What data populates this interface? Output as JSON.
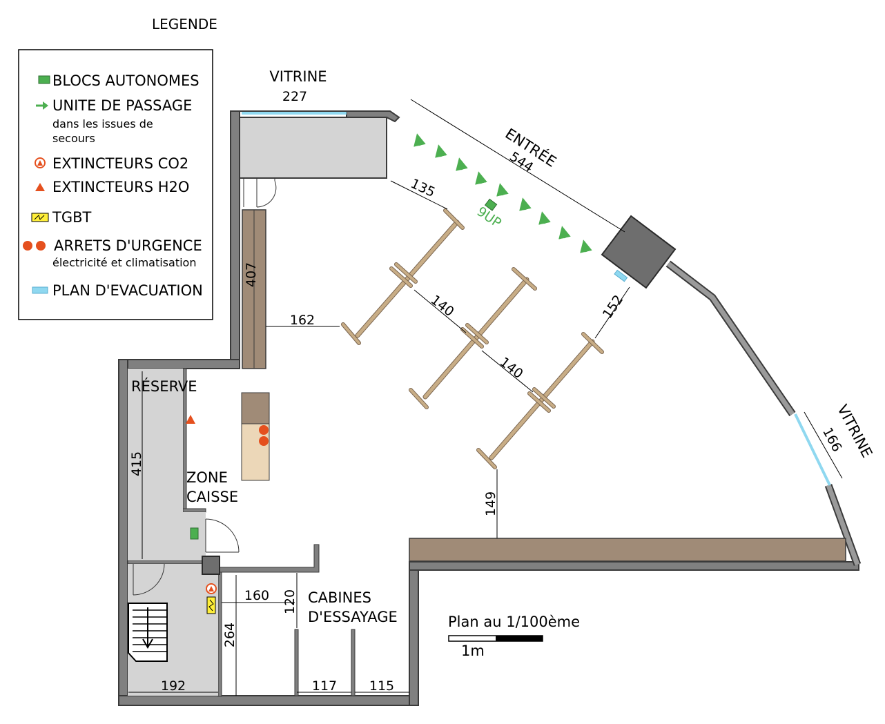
{
  "legend": {
    "title": "LEGENDE",
    "items": [
      {
        "icon": "green-block-icon",
        "label": "BLOCS AUTONOMES",
        "sub": []
      },
      {
        "icon": "green-arrow-icon",
        "label": "UNITE DE PASSAGE",
        "sub": [
          "dans les issues de",
          "secours"
        ]
      },
      {
        "icon": "co2-extinguisher-icon",
        "label": "EXTINCTEURS CO2",
        "sub": []
      },
      {
        "icon": "water-extinguisher-icon",
        "label": "EXTINCTEURS H2O",
        "sub": []
      },
      {
        "icon": "tgbt-icon",
        "label": "TGBT",
        "sub": []
      },
      {
        "icon": "emergency-stop-icon",
        "label": "ARRETS D'URGENCE",
        "sub": [
          "électricité et climatisation"
        ]
      },
      {
        "icon": "evacuation-plan-icon",
        "label": "PLAN D'EVACUATION",
        "sub": []
      }
    ]
  },
  "labels": {
    "vitrine_top": "VITRINE",
    "vitrine_top_dim": "227",
    "entree": "ENTRÉE",
    "entree_dim": "544",
    "vitrine_right": "VITRINE",
    "vitrine_right_dim": "166",
    "up": "9UP",
    "reserve": "RÉSERVE",
    "zone_caisse_1": "ZONE",
    "zone_caisse_2": "CAISSE",
    "cabines_1": "CABINES",
    "cabines_2": "D'ESSAYAGE",
    "scale_title": "Plan au 1/100ème",
    "scale_unit": "1m"
  },
  "dimensions": {
    "d135": "135",
    "d407": "407",
    "d162": "162",
    "d140a": "140",
    "d140b": "140",
    "d152": "152",
    "d149": "149",
    "d415": "415",
    "d160": "160",
    "d120": "120",
    "d264": "264",
    "d192": "192",
    "d117": "117",
    "d115": "115"
  },
  "colors": {
    "wall": "#808080",
    "wall_dark": "#3a3a3a",
    "reserve_floor": "#d4d4d4",
    "furniture_brown": "#a08b77",
    "rack": "#c8ad86",
    "green": "#4caf50",
    "glass": "#8fd8f0",
    "red": "#e5501e",
    "counter_beige": "#ecd7b8",
    "tgbt_yellow": "#ffef3a"
  }
}
